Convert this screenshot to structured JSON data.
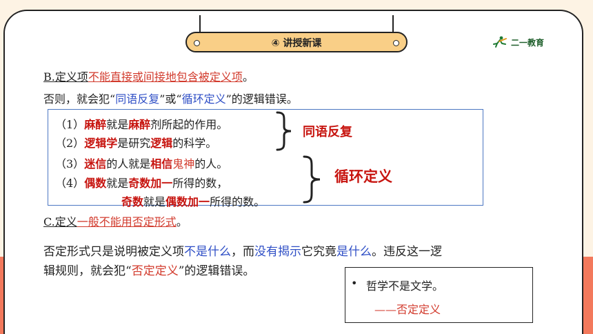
{
  "header": {
    "section_title": "④  讲授新课",
    "logo_text": "二一教育"
  },
  "rule_b": {
    "prefix": "B.定义项",
    "rule": "不能直接或间接地包含被定义项",
    "suffix": "。"
  },
  "consequence_b": {
    "p1": "否则，就会犯“",
    "term1": "同语反复",
    "p2": "”或“",
    "term2": "循环定义",
    "p3": "”的逻辑错误。"
  },
  "examples": [
    {
      "n": "（1）",
      "a": "麻醉",
      "b": "就是",
      "c": "麻醉",
      "d": "剂所起的作用。"
    },
    {
      "n": "（2）",
      "a": "逻辑学",
      "b": "是研究",
      "c": "逻辑",
      "d": "的科学。"
    },
    {
      "n": "（3）",
      "a": "迷信",
      "b": "的人就是",
      "c": "相信",
      "d": "鬼神",
      "e": "的人。"
    },
    {
      "n": "（4）",
      "a": "偶数",
      "b": "就是",
      "c": "奇数",
      "d": "加一",
      "e": "所得的数，"
    },
    {
      "a": "奇数",
      "b": "就是",
      "c": "偶数",
      "d": "加一",
      "e": "所得的数。"
    }
  ],
  "labels": {
    "tautology": "同语反复",
    "circular": "循环定义"
  },
  "rule_c": {
    "prefix": "C.定义",
    "rule": "一般不能用否定形式",
    "suffix": "。"
  },
  "explanation": {
    "s1": "否定形式只是说明被定义项",
    "s2": "不是什么",
    "s3": "，而",
    "s4": "没有揭示",
    "s5": "它究竟",
    "s6": "是什么",
    "s7": "。违反这一逻",
    "line2a": "辑规则，就会犯“",
    "line2b": "否定定义",
    "line2c": "”的逻辑错误。"
  },
  "note": {
    "bullet": "•",
    "example": "哲学不是文学。",
    "label": "——否定定义"
  },
  "colors": {
    "accent_red": "#c7140f",
    "text_red": "#d23a2c",
    "text_blue": "#2f4fc6",
    "pill_fill": "#f9cf87",
    "band": "#f3795c",
    "box_border": "#4b76c2"
  }
}
